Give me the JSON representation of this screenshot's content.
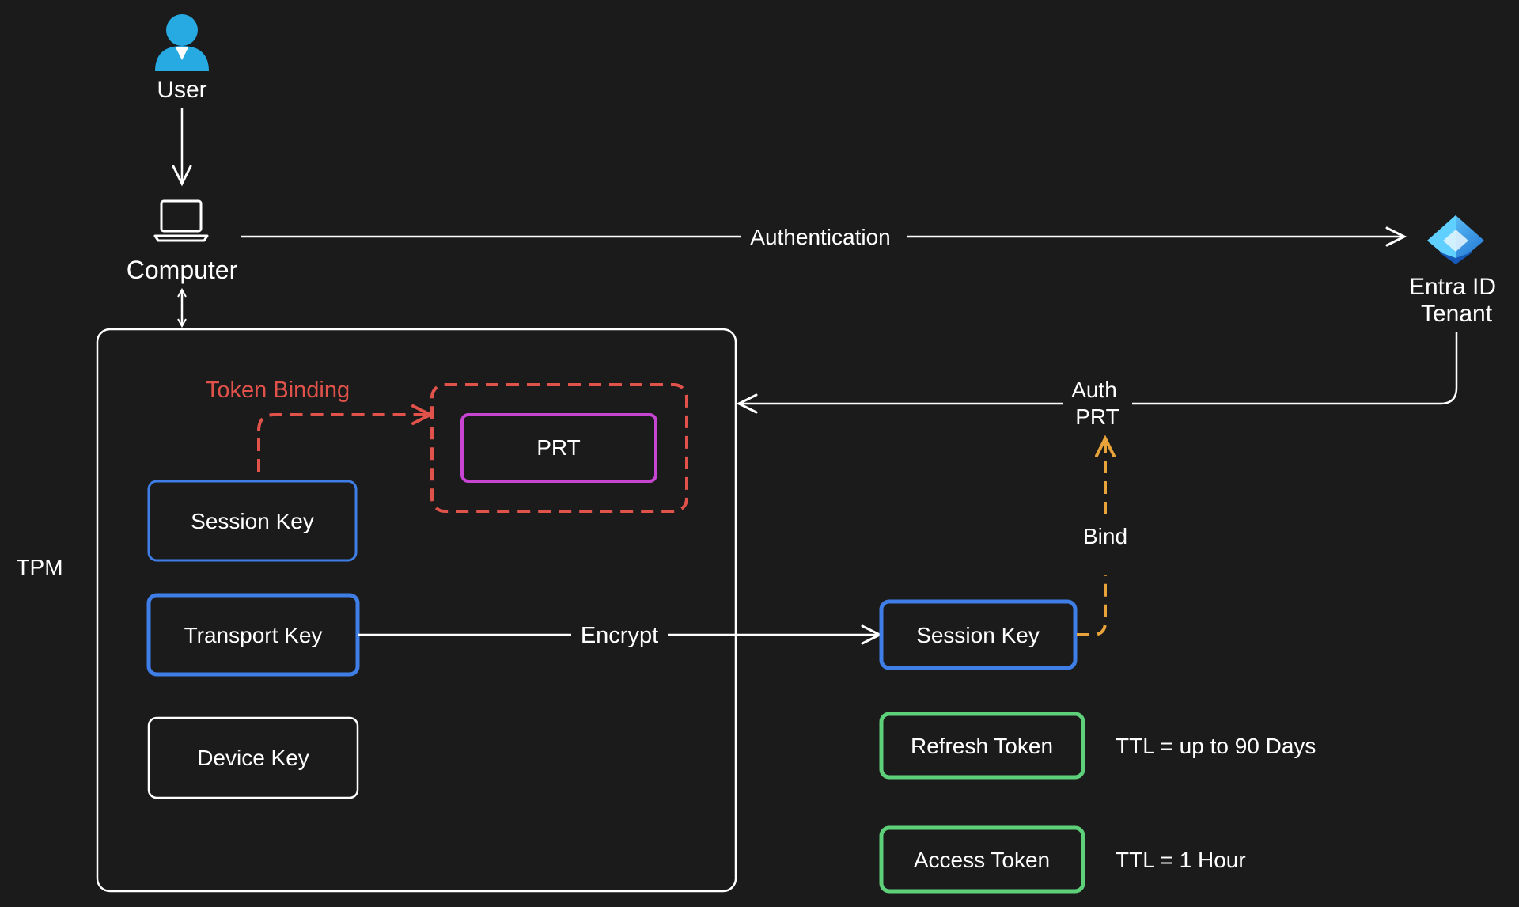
{
  "nodes": {
    "user": "User",
    "computer": "Computer",
    "tenant_line1": "Entra ID",
    "tenant_line2": "Tenant",
    "tpm": "TPM"
  },
  "tpm_box": {
    "token_binding": "Token Binding",
    "prt": "PRT",
    "session_key": "Session Key",
    "transport_key": "Transport Key",
    "device_key": "Device Key"
  },
  "edges": {
    "authentication": "Authentication",
    "auth_prt_line1": "Auth",
    "auth_prt_line2": "PRT",
    "encrypt": "Encrypt",
    "bind": "Bind"
  },
  "outside": {
    "session_key": "Session Key",
    "refresh_token": "Refresh Token",
    "refresh_ttl": "TTL = up to 90 Days",
    "access_token": "Access Token",
    "access_ttl": "TTL = 1 Hour"
  },
  "colors": {
    "background": "#1b1b1c",
    "stroke": "#ffffff",
    "token_binding": "#e0524a",
    "prt": "#c845d4",
    "key_blue": "#3f7ee6",
    "bind_orange": "#e8a33a",
    "token_green": "#5fd07a",
    "user_icon": "#27a9e1",
    "entra_icon": "#3bb4ee"
  }
}
